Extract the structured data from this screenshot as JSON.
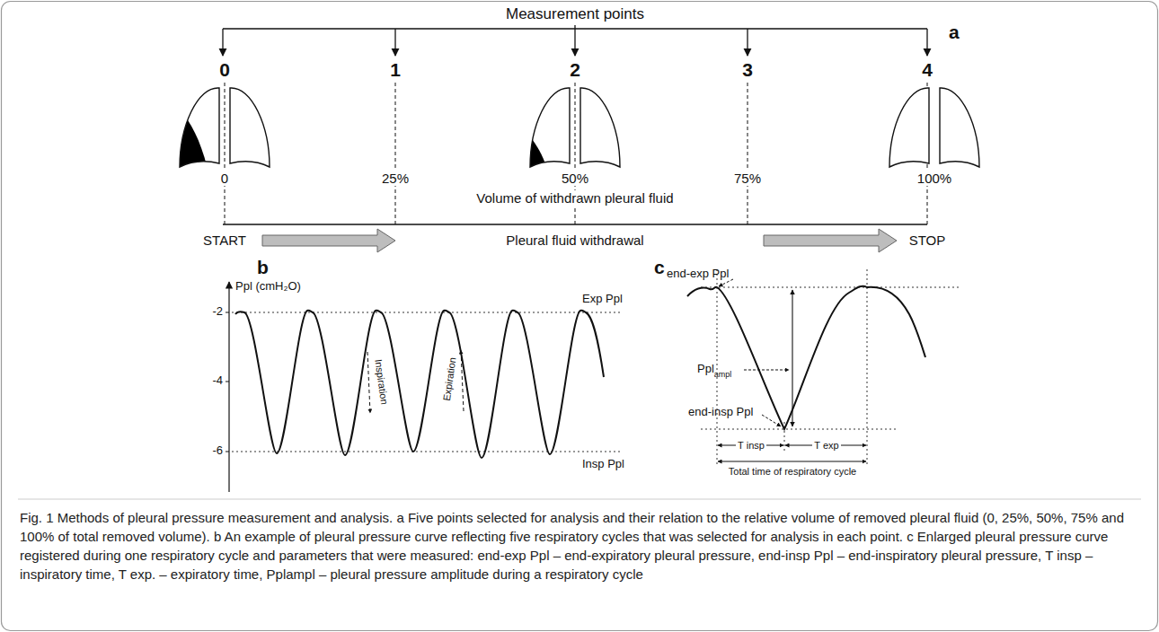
{
  "diagram": {
    "caption": "Fig. 1 Methods of pleural pressure measurement and analysis. a Five points selected for analysis and their relation to the relative volume of removed pleural fluid (0, 25%, 50%, 75% and 100% of total removed volume). b An example of pleural pressure curve reflecting five respiratory cycles that was selected for analysis in each point. c Enlarged pleural pressure curve registered during one respiratory cycle and parameters that were measured: end-exp Ppl – end-expiratory pleural pressure, end-insp Ppl – end-inspiratory pleural pressure, T insp – inspiratory time, T exp. – expiratory time, Pplampl – pleural pressure amplitude during a respiratory cycle",
    "labels": [
      "Measurement points",
      "a",
      "0",
      "1",
      "2",
      "3",
      "4",
      "0",
      "25%",
      "50%",
      "75%",
      "100%",
      "Volume of withdrawn pleural fluid",
      "START",
      "Pleural fluid withdrawal",
      "STOP",
      "b",
      "Ppl (cmH₂O)",
      "-2",
      "-4",
      "-6",
      "Exp Ppl",
      "Insp Ppl",
      "Inspiration",
      "Expiration",
      "c",
      "end-exp Ppl",
      "Ppl",
      "ampl",
      "end-insp Ppl",
      "T insp",
      "T exp",
      "Total time of respiratory cycle"
    ]
  }
}
